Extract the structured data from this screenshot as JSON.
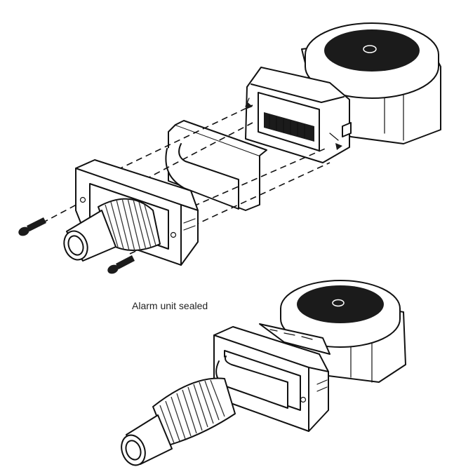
{
  "caption": "Alarm unit sealed",
  "parts": {
    "top_assembly": [
      "alarm-unit",
      "connector-header",
      "gasket-hood",
      "retaining-frame",
      "screw",
      "screw",
      "cable-boot"
    ],
    "bottom_assembly": [
      "alarm-unit",
      "retaining-frame",
      "cable-boot"
    ]
  },
  "colors": {
    "line": "#111111",
    "fill": "#ffffff",
    "dark_fill": "#1b1b1b"
  }
}
